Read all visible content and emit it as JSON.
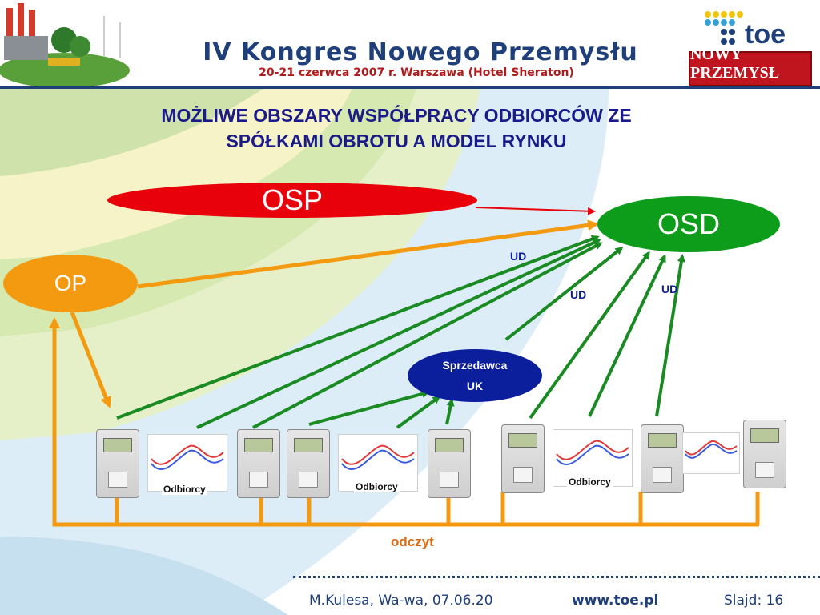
{
  "header": {
    "title": "IV Kongres Nowego Przemysłu",
    "subtitle": "20-21 czerwca 2007 r. Warszawa (Hotel Sheraton)",
    "logo_toe": "toe",
    "logo_np": "NOWY PRZEMYSŁ"
  },
  "slide": {
    "title_line1": "MOŻLIWE OBSZARY WSPÓŁPRACY ODBIORCÓW ZE",
    "title_line2": "SPÓŁKAMI OBROTU A MODEL RYNKU"
  },
  "nodes": {
    "osp": "OSP",
    "osd": "OSD",
    "op": "OP",
    "uk_line1": "Sprzedawca",
    "uk_line2": "UK"
  },
  "labels": {
    "ud": "UD",
    "odbiorcy": "Odbiorcy",
    "odczyt": "odczyt"
  },
  "footer": {
    "author": "M.Kulesa, Wa-wa, 07.06.20",
    "url": "www.toe.pl",
    "slide": "Slajd: 16"
  },
  "colors": {
    "osp": "#e8000a",
    "osd": "#0e9d1a",
    "op": "#f39a10",
    "uk": "#0b1f9c",
    "header_blue": "#1f3f7a"
  }
}
